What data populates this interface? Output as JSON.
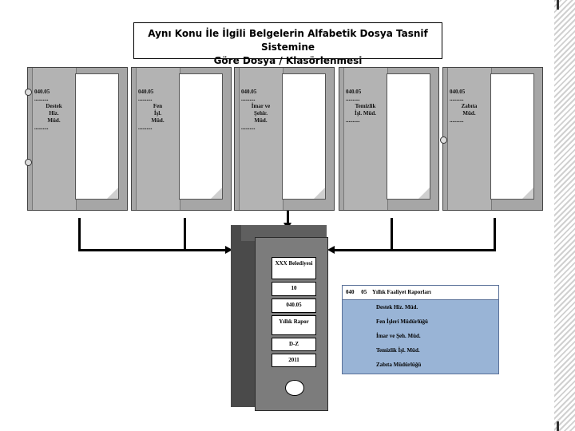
{
  "title": {
    "line1": "Aynı Konu İle İlgili Belgelerin Alfabetik Dosya Tasnif Sistemine",
    "line2": "Göre Dosya / Klasörlenmesi"
  },
  "folders": [
    {
      "code": "040.05",
      "dots": "..........",
      "unit1": "Destek",
      "unit2": "Hiz.",
      "unit3": "Müd.",
      "dots2": ".........."
    },
    {
      "code": "040.05",
      "dots": "..........",
      "unit1": "Fen",
      "unit2": "İşl.",
      "unit3": "Müd.",
      "dots2": ".........."
    },
    {
      "code": "040.05",
      "dots": "..........",
      "unit1": "İmar ve",
      "unit2": "Şehir.",
      "unit3": "Müd.",
      "dots2": ".........."
    },
    {
      "code": "040.05",
      "dots": "..........",
      "unit1": "Temizlik",
      "unit2": "İşl. Müd.",
      "unit3": "",
      "dots2": ".........."
    },
    {
      "code": "040.05",
      "dots": "..........",
      "unit1": "Zabıta",
      "unit2": "Müd.",
      "unit3": "",
      "dots2": ".........."
    }
  ],
  "cabinet": {
    "labels": [
      "XXX Belediyesi",
      "10",
      "040.05",
      "Yıllık Rapor",
      "D-Z",
      "2011"
    ]
  },
  "table": {
    "header": "040     05    Yıllık Faaliyet Raporları",
    "rows": [
      "Destek Hiz. Müd.",
      "Fen İşleri Müdürlüğü",
      "İmar ve Şeh. Müd.",
      "Temizlik İşl. Müd.",
      "Zabıta Müdürlüğü"
    ]
  },
  "colors": {
    "folder": "#a6a6a6",
    "cabinet": "#7c7c7c",
    "table_fill": "#99b4d6"
  }
}
